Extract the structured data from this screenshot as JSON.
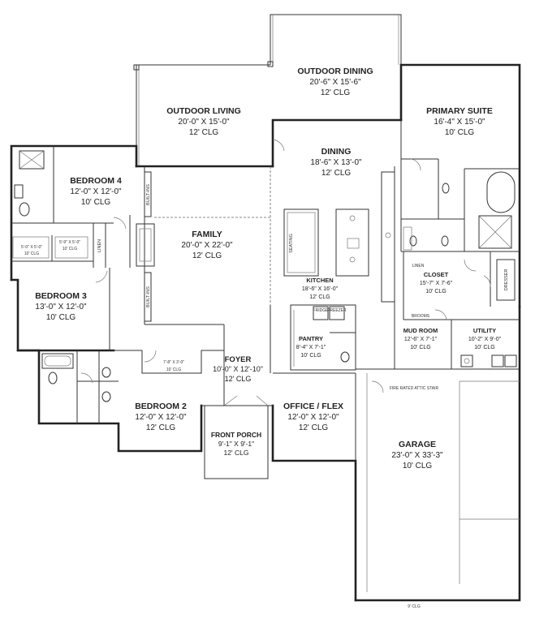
{
  "rooms": {
    "outdoor_dining": {
      "name": "OUTDOOR DINING",
      "dims": "20'-6\" X 15'-6\"",
      "clg": "12' CLG"
    },
    "outdoor_living": {
      "name": "OUTDOOR LIVING",
      "dims": "20'-0\" X 15'-0\"",
      "clg": "12' CLG"
    },
    "primary_suite": {
      "name": "PRIMARY SUITE",
      "dims": "16'-4\" X 15'-0\"",
      "clg": "10' CLG"
    },
    "dining": {
      "name": "DINING",
      "dims": "18'-6\" X 13'-0\"",
      "clg": "12' CLG"
    },
    "bedroom4": {
      "name": "BEDROOM 4",
      "dims": "12'-0\" X 12'-0\"",
      "clg": "10' CLG"
    },
    "family": {
      "name": "FAMILY",
      "dims": "20'-0\" X 22'-0\"",
      "clg": "12' CLG"
    },
    "kitchen": {
      "name": "KITCHEN",
      "dims": "18'-6\" X 16'-0\"",
      "clg": "12' CLG"
    },
    "closet": {
      "name": "CLOSET",
      "dims": "15'-7\" X 7'-6\"",
      "clg": "10' CLG"
    },
    "bedroom3": {
      "name": "BEDROOM 3",
      "dims": "13'-0\" X 12'-0\"",
      "clg": "10' CLG"
    },
    "bath_a": {
      "dims": "5'-0\" X 5'-0\"",
      "clg": "10' CLG"
    },
    "bath_b": {
      "dims": "5'-9\" X 5'-0\"",
      "clg": "10' CLG"
    },
    "pantry": {
      "name": "PANTRY",
      "dims": "8'-4\" X 7'-1\"",
      "clg": "10' CLG"
    },
    "mud_room": {
      "name": "MUD ROOM",
      "dims": "12'-6\" X 7'-1\"",
      "clg": "10' CLG"
    },
    "utility": {
      "name": "UTILITY",
      "dims": "10'-2\" X 9'-0\"",
      "clg": "10' CLG"
    },
    "foyer": {
      "name": "FOYER",
      "dims": "10'-0\" X 12'-10\"",
      "clg": "12' CLG"
    },
    "hall_closet": {
      "dims": "7'-8\" X 3'-0\"",
      "clg": "10' CLG"
    },
    "bedroom2": {
      "name": "BEDROOM 2",
      "dims": "12'-0\" X 12'-0\"",
      "clg": "12' CLG"
    },
    "office": {
      "name": "OFFICE / FLEX",
      "dims": "12'-0\" X 12'-0\"",
      "clg": "12' CLG"
    },
    "front_porch": {
      "name": "FRONT PORCH",
      "dims": "9'-1\" X 9'-1\"",
      "clg": "12' CLG"
    },
    "garage": {
      "name": "GARAGE",
      "dims": "23'-0\" X 33'-3\"",
      "clg": "10' CLG"
    }
  },
  "labels": {
    "seating": "SEATING",
    "built_ins_1": "BUILT-INS",
    "built_ins_2": "BUILT-INS",
    "linen_1": "LINEN",
    "linen_2": "LINEN",
    "brooms": "BROOMS",
    "dresser": "DRESSER",
    "fridge": "FRIDGE",
    "freezer": "FREEZER",
    "attic_stair": "FIRE RATED ATTIC STAIR",
    "garage_clg": "9' CLG"
  }
}
